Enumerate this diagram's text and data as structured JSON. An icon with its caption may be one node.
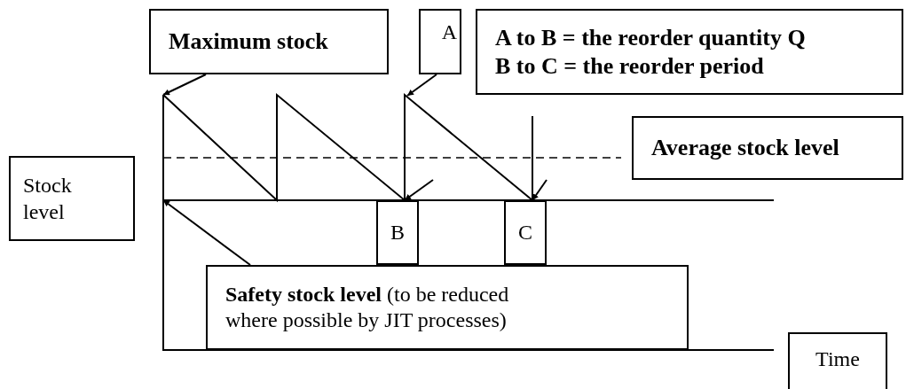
{
  "diagram": {
    "nodes": [
      {
        "text": [
          "Maximum stock"
        ]
      },
      {
        "text": [
          "A"
        ]
      },
      {
        "text": [
          "A to B = the reorder quantity Q",
          "B to C = the reorder period"
        ]
      },
      {
        "text": [
          "Average stock level"
        ]
      },
      {
        "text": [
          "Stock level"
        ]
      },
      {
        "text": [
          "B"
        ]
      },
      {
        "text": [
          "C"
        ]
      },
      {
        "text": [
          "**Safety stock level** (to be reduced where possible by JIT processes)"
        ]
      },
      {
        "text": [
          "Time"
        ]
      }
    ],
    "edges": [
      {
        "from": 0,
        "to": null,
        "arrow": "to"
      },
      {
        "from": 1,
        "to": null,
        "arrow": "to"
      },
      {
        "from": null,
        "to": 5,
        "arrow": "to"
      },
      {
        "from": null,
        "to": 6,
        "arrow": "to"
      },
      {
        "from": 7,
        "to": null,
        "arrow": "to"
      }
    ]
  }
}
